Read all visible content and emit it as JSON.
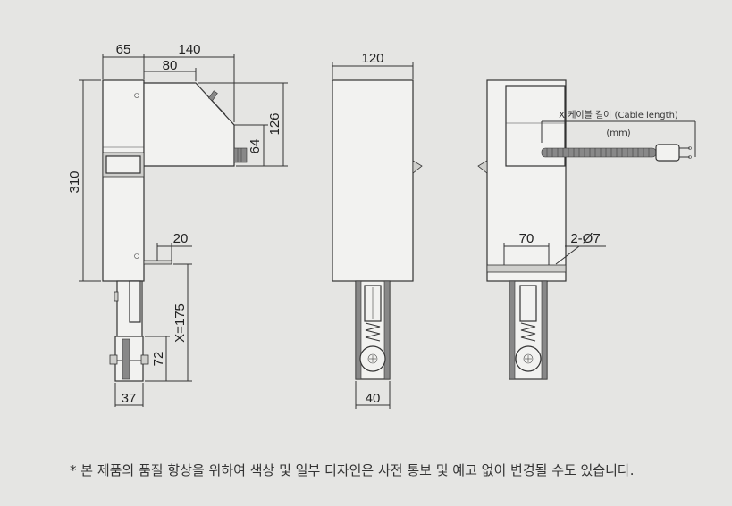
{
  "side_view": {
    "dim_65": "65",
    "dim_140": "140",
    "dim_80": "80",
    "dim_126": "126",
    "dim_64": "64",
    "dim_310": "310",
    "dim_20": "20",
    "dim_x": "X=175",
    "dim_72": "72",
    "dim_37": "37"
  },
  "front_view": {
    "dim_120": "120",
    "dim_40": "40"
  },
  "back_view": {
    "cable_label": "X 케이블 길이 (Cable length)",
    "cable_unit": "(mm)",
    "dim_70": "70",
    "dim_holes": "2-Ø7"
  },
  "footnote": "* 본 제품의 품질 향상을 위하여 색상 및 일부 디자인은 사전 통보 및 예고 없이 변경될 수도 있습니다."
}
